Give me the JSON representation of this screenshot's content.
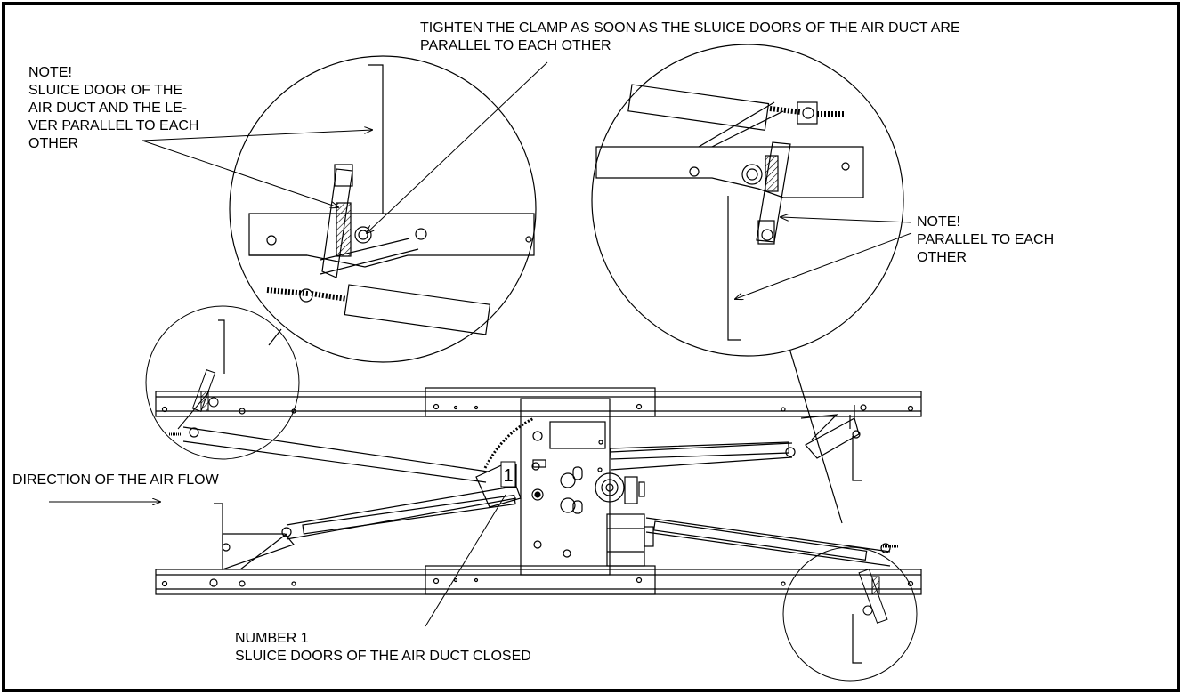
{
  "callouts": {
    "clamp": {
      "lines": [
        "TIGHTEN THE CLAMP AS SOON AS THE SLUICE DOORS OF THE AIR DUCT ARE",
        "PARALLEL TO EACH OTHER"
      ]
    },
    "note_left": {
      "lines": [
        "NOTE!",
        "SLUICE DOOR OF THE",
        "AIR DUCT AND THE LE-",
        "VER PARALLEL TO EACH",
        "OTHER"
      ]
    },
    "note_right": {
      "lines": [
        "NOTE!",
        "PARALLEL TO EACH",
        "OTHER"
      ]
    },
    "air_flow": {
      "text": "DIRECTION OF THE AIR FLOW"
    },
    "number1": {
      "lines": [
        "NUMBER 1",
        "SLUICE DOORS OF THE AIR DUCT CLOSED"
      ]
    }
  },
  "diagram": {
    "marker_digit": "1"
  },
  "colors": {
    "line": "#000000",
    "background": "#ffffff",
    "hatch": "#000000"
  }
}
